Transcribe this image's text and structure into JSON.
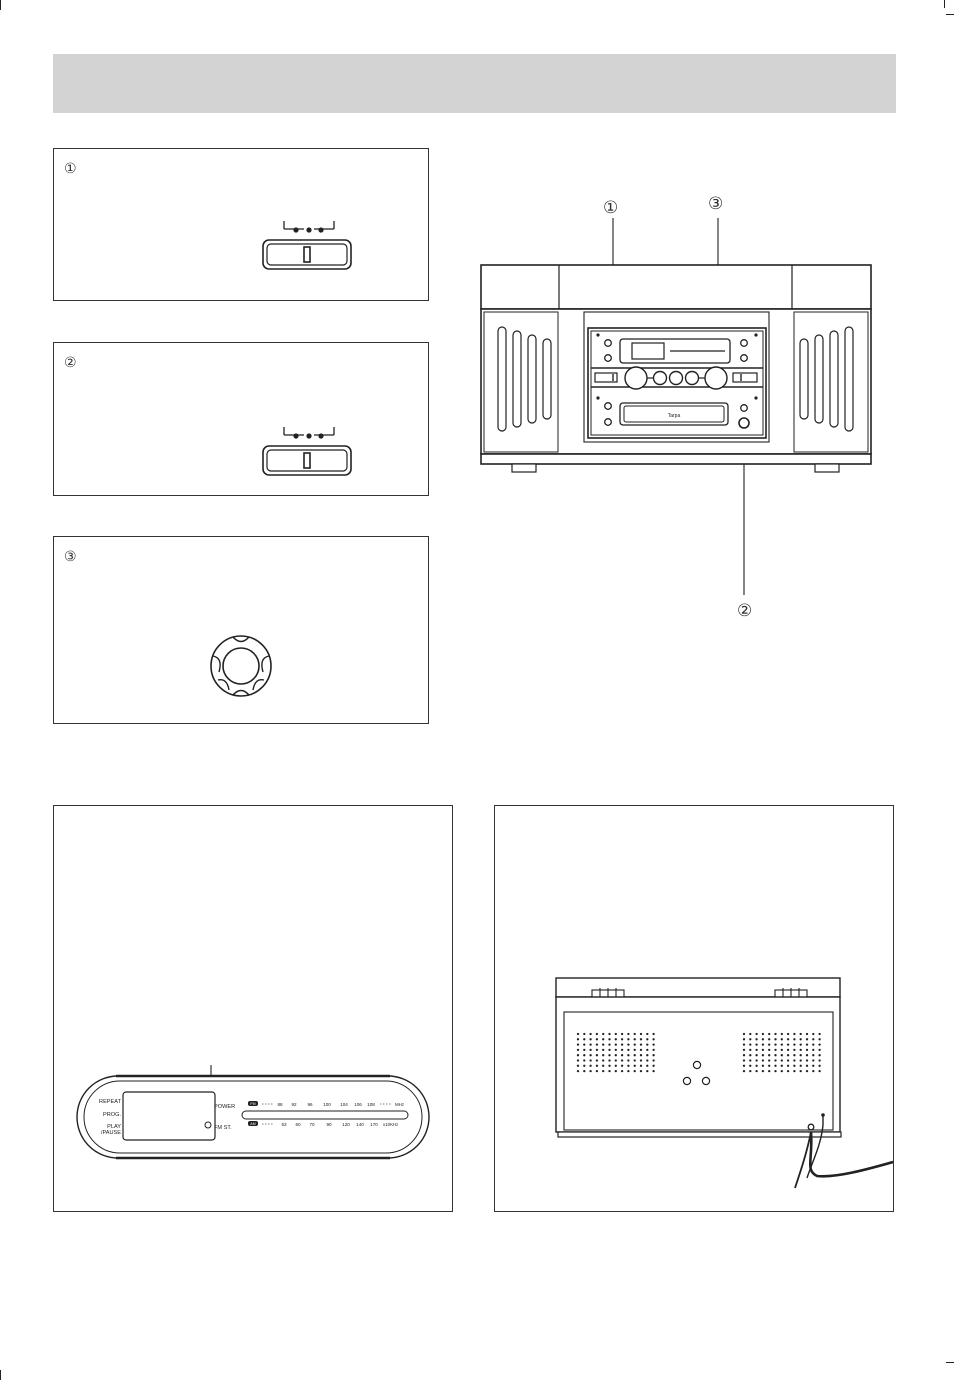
{
  "callouts": {
    "one": "①",
    "two": "②",
    "three": "③"
  },
  "front_panel": {
    "cd_brand": "Tarpa"
  },
  "display_panel": {
    "left_labels": [
      "REPEAT",
      "PROG.",
      "PLAY",
      "/PAUSE"
    ],
    "power_label": "POWER",
    "fmst_label": "FM ST.",
    "fm_band": "FM",
    "am_band": "AM",
    "fm_scale": [
      "88",
      "92",
      "96",
      "100",
      "104",
      "106",
      "108"
    ],
    "fm_unit": "MHz",
    "am_scale": [
      "53",
      "60",
      "70",
      "90",
      "120",
      "140",
      "170"
    ],
    "am_unit": "x10KHz"
  }
}
